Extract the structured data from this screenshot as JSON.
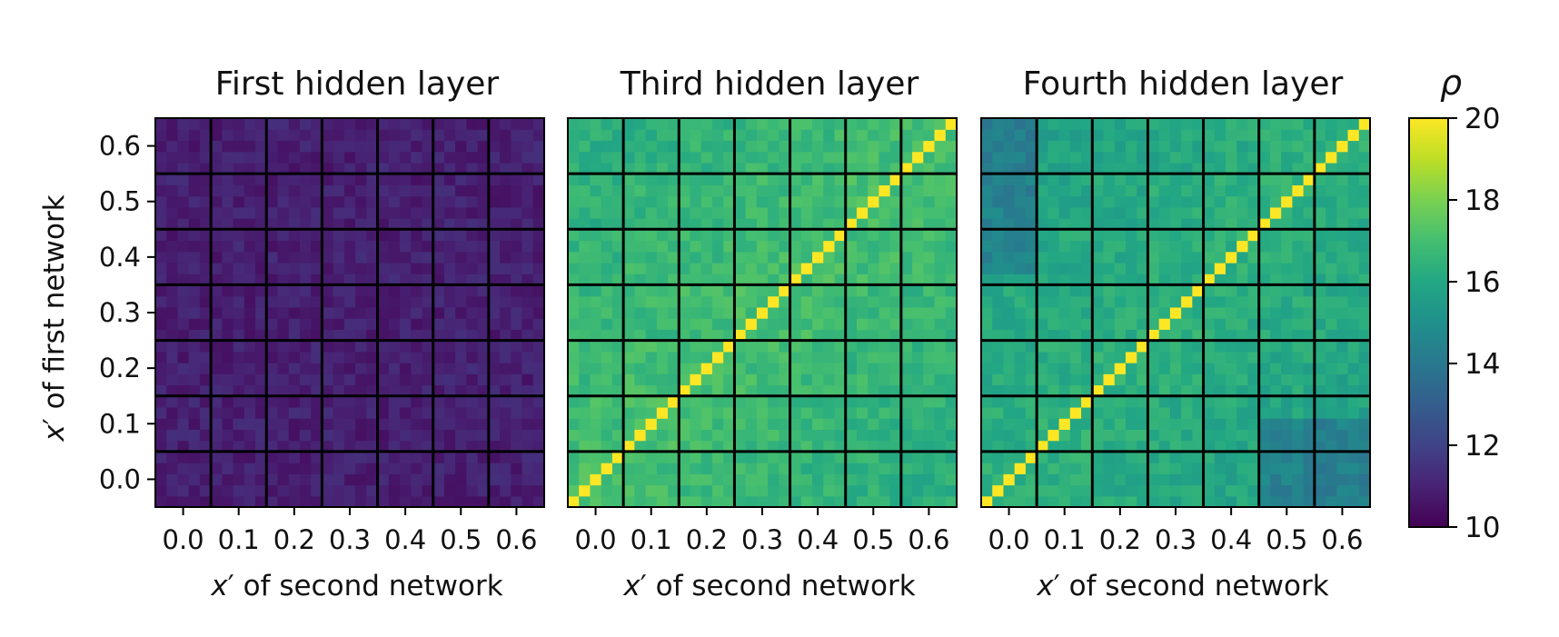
{
  "chart_data": {
    "type": "heatmap",
    "colorbar": {
      "label": "ρ",
      "range": [
        10,
        20
      ],
      "ticks": [
        "10",
        "12",
        "14",
        "16",
        "18",
        "20"
      ],
      "colormap": "viridis"
    },
    "tick_labels": [
      "0.0",
      "0.1",
      "0.2",
      "0.3",
      "0.4",
      "0.5",
      "0.6"
    ],
    "ylabel_var": "x",
    "ylabel_prime": "′",
    "ylabel_rest": " of first network",
    "grid_size": 35,
    "block_size": 5,
    "panels": [
      {
        "title": "First hidden layer",
        "xlabel_var": "x",
        "xlabel_prime": "′",
        "xlabel_rest": " of second network",
        "base_value": 10.9,
        "noise": 0.45,
        "diagonal_value": null
      },
      {
        "title": "Third hidden layer",
        "xlabel_var": "x",
        "xlabel_prime": "′",
        "xlabel_rest": " of second network",
        "base_value": 17.0,
        "noise": 0.5,
        "diagonal_value": 20
      },
      {
        "title": "Fourth hidden layer",
        "xlabel_var": "x",
        "xlabel_prime": "′",
        "xlabel_rest": " of second network",
        "base_value": 16.4,
        "noise": 0.5,
        "diagonal_value": 20
      }
    ],
    "grid": "block boundaries (black)"
  }
}
